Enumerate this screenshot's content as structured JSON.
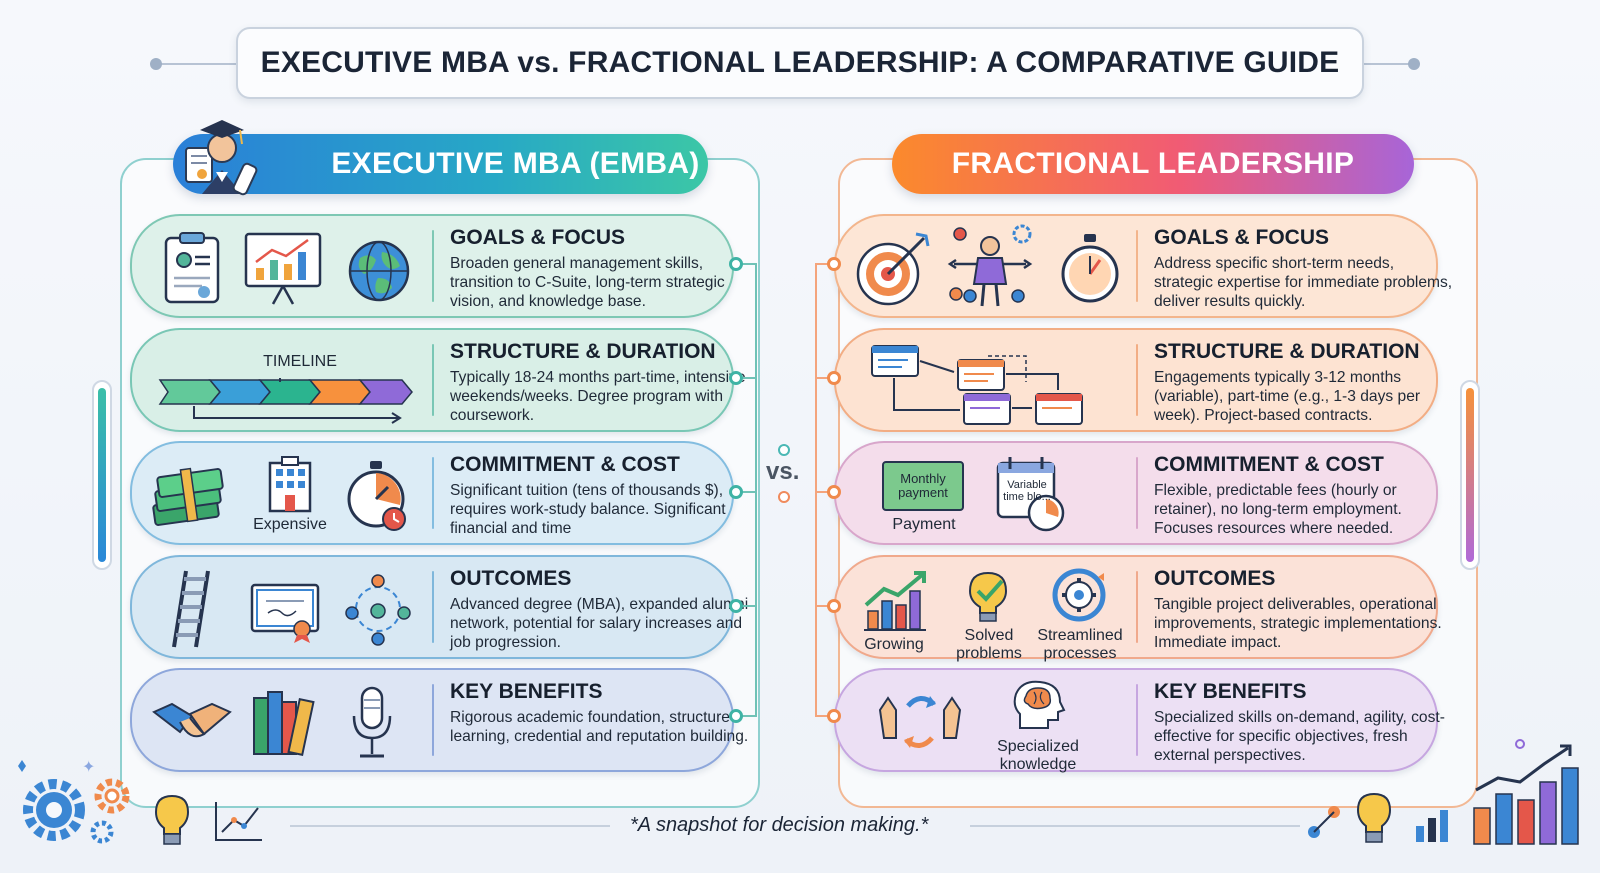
{
  "title": "EXECUTIVE MBA vs. FRACTIONAL LEADERSHIP: A COMPARATIVE GUIDE",
  "vs_label": "vs.",
  "footer": "*A snapshot for decision making.*",
  "left": {
    "header": "EXECUTIVE MBA (EMBA)",
    "accent": "#2a9fc9",
    "cards": [
      {
        "title": "GOALS & FOCUS",
        "text": "Broaden general management skills, transition to C-Suite, long-term strategic vision, and knowledge base.",
        "icons": [
          "clipboard-profile-icon",
          "presentation-chart-icon",
          "globe-icon"
        ]
      },
      {
        "title": "STRUCTURE & DURATION",
        "text": "Typically 18-24 months part-time, intensive weekends/weeks. Degree program with coursework.",
        "icons": [
          "timeline-arrows-icon"
        ],
        "icon_label": "TIMELINE"
      },
      {
        "title": "COMMITMENT & COST",
        "text": "Significant tuition (tens of thousands $), requires work-study balance. Significant financial and time",
        "icons": [
          "money-stack-icon",
          "building-icon",
          "stopwatch-icon"
        ],
        "icon_label": "Expensive"
      },
      {
        "title": "OUTCOMES",
        "text": "Advanced degree (MBA), expanded alumni network, potential for salary increases and job progression.",
        "icons": [
          "ladder-icon",
          "certificate-icon",
          "network-people-icon"
        ]
      },
      {
        "title": "KEY BENEFITS",
        "text": "Rigorous academic foundation, structured learning, credential and reputation building.",
        "icons": [
          "handshake-icon",
          "books-icon",
          "microphone-icon"
        ]
      }
    ]
  },
  "right": {
    "header": "FRACTIONAL LEADERSHIP",
    "accent": "#f47d3c",
    "cards": [
      {
        "title": "GOALS & FOCUS",
        "text": "Address specific short-term needs, strategic expertise for immediate problems, deliver results quickly.",
        "icons": [
          "target-arrow-icon",
          "leader-team-icon",
          "stopwatch-icon"
        ]
      },
      {
        "title": "STRUCTURE & DURATION",
        "text": "Engagements typically 3-12 months (variable), part-time (e.g., 1-3 days per week). Project-based contracts.",
        "icons": [
          "workflow-boxes-icon"
        ]
      },
      {
        "title": "COMMITMENT & COST",
        "text": "Flexible, predictable fees (hourly or retainer), no long-term employment. Focuses resources where needed.",
        "icons": [
          "monthly-payment-icon",
          "variable-time-calendar-icon"
        ],
        "icon_labels": {
          "monthly": "Monthly payment",
          "payment": "Payment",
          "variable": "Variable time blo..."
        }
      },
      {
        "title": "OUTCOMES",
        "text": "Tangible project deliverables, operational improvements, strategic implementations. Immediate impact.",
        "icons": [
          "growth-chart-icon",
          "lightbulb-check-icon",
          "gear-cycle-icon"
        ],
        "icon_labels": [
          "Growing",
          "Solved problems",
          "Streamlined processes"
        ]
      },
      {
        "title": "KEY BENEFITS",
        "text": "Specialized skills on-demand, agility, cost-effective for specific objectives, fresh external perspectives.",
        "icons": [
          "hands-exchange-icon",
          "brain-head-icon"
        ],
        "icon_label": "Specialized knowledge"
      }
    ]
  },
  "colors": {
    "left_cards": [
      "#def1ea",
      "#d9efe7",
      "#dcecf6",
      "#d8e8f3",
      "#dde5f4"
    ],
    "left_borders": [
      "#7ec8b4",
      "#79c7b5",
      "#83bde0",
      "#7fb7db",
      "#8ea7db"
    ],
    "right_cards": [
      "#fde6d6",
      "#fde3d2",
      "#f4ddeb",
      "#fbe2d8",
      "#ece0f4"
    ],
    "right_borders": [
      "#f3b58c",
      "#f2ad84",
      "#d8a6cb",
      "#f0a98c",
      "#c6a6e0"
    ]
  }
}
